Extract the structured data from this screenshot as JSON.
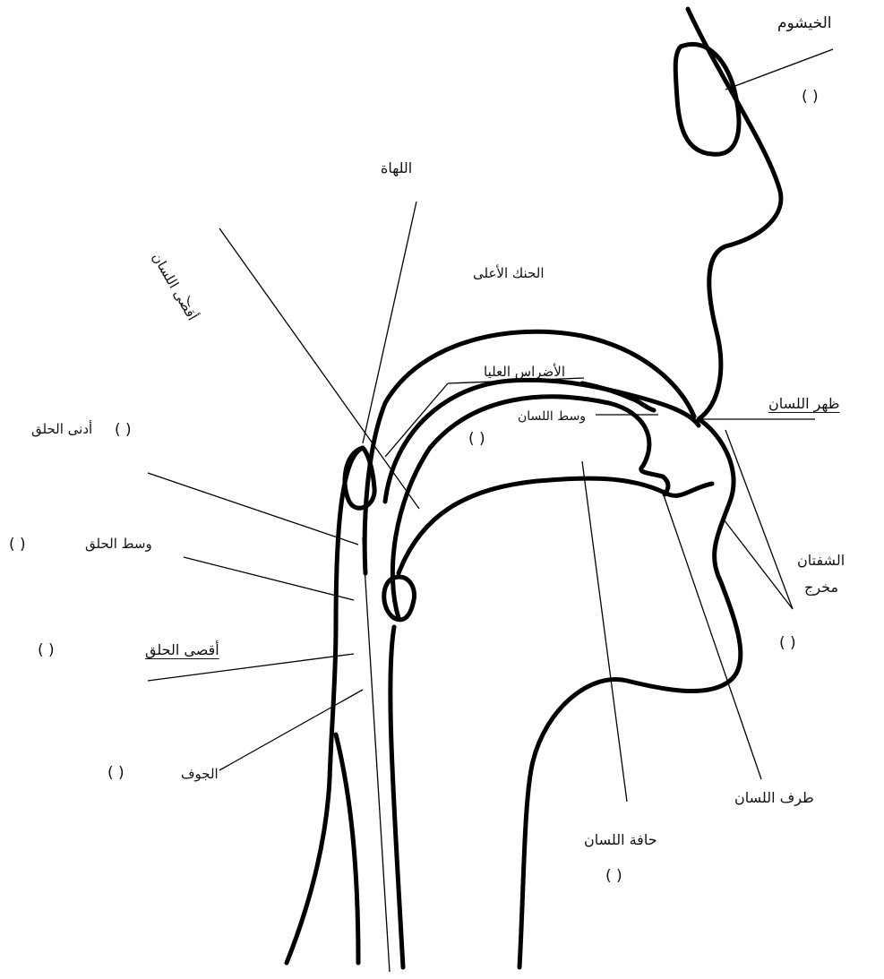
{
  "labels": {
    "nasal_cavity": "الخيشوم",
    "uvula": "اللهاة",
    "back_of_tongue": "أقصى اللسان",
    "hard_palate": "الحنك الأعلى",
    "upper_molars": "الأضراس العليا",
    "back_surface_of_tongue": "ظهر اللسان",
    "middle_of_tongue": "وسط اللسان",
    "nearest_throat": "أدنى الحلق",
    "middle_throat": "وسط الحلق",
    "lips_exit": "الشفتان",
    "makhraj": "مخرج",
    "deepest_throat": "أقصى الحلق",
    "jawf": "الجوف",
    "tongue_tip": "طرف اللسان",
    "tongue_edge": "حافة اللسان"
  },
  "blank": "(      )",
  "small_paren": "("
}
